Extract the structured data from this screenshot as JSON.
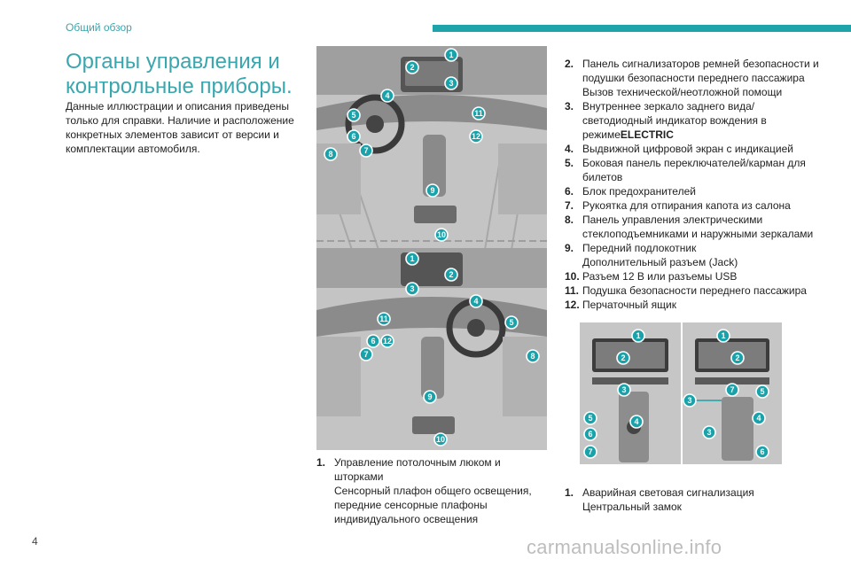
{
  "header": {
    "section": "Общий обзор"
  },
  "title": "Органы управления и контрольные приборы.",
  "intro": "Данные иллюстрации и описания приведены только для справки. Наличие и расположение конкретных элементов зависит от версии и комплектации автомобиля.",
  "callouts_left_top": [
    "1",
    "2",
    "3",
    "4",
    "5",
    "6",
    "7",
    "8",
    "9",
    "10",
    "11",
    "12"
  ],
  "callouts_left_bottom": [
    "1",
    "2",
    "3",
    "4",
    "5",
    "6",
    "7",
    "8",
    "9",
    "10",
    "11",
    "12"
  ],
  "callouts_right_a": [
    "1",
    "2",
    "3",
    "4",
    "5",
    "6",
    "7"
  ],
  "callouts_right_b": [
    "1",
    "2",
    "3",
    "4",
    "5",
    "6",
    "7"
  ],
  "legend_a": [
    {
      "num": "1.",
      "lines": [
        "Управление потолочным люком и шторками",
        "Сенсорный плафон общего освещения,",
        "передние сенсорные плафоны",
        "индивидуального освещения"
      ]
    }
  ],
  "legend_b": [
    {
      "num": "2.",
      "lines": [
        "Панель сигнализаторов ремней безопасности и",
        "подушки безопасности переднего пассажира",
        "Вызов технической/неотложной помощи"
      ]
    },
    {
      "num": "3.",
      "lines": [
        "Внутреннее зеркало заднего вида/",
        "светодиодный индикатор вождения в"
      ],
      "extra_prefix": "режиме",
      "extra_bold": "ELECTRIC"
    },
    {
      "num": "4.",
      "lines": [
        "Выдвижной цифровой экран с индикацией"
      ]
    },
    {
      "num": "5.",
      "lines": [
        "Боковая панель переключателей/карман для",
        "билетов"
      ]
    },
    {
      "num": "6.",
      "lines": [
        "Блок предохранителей"
      ]
    },
    {
      "num": "7.",
      "lines": [
        "Рукоятка для отпирания капота из салона"
      ]
    },
    {
      "num": "8.",
      "lines": [
        "Панель управления электрическими",
        "стеклоподъемниками и наружными зеркалами"
      ]
    },
    {
      "num": "9.",
      "lines": [
        "Передний подлокотник",
        "Дополнительный разъем (Jack)"
      ]
    },
    {
      "num": "10.",
      "lines": [
        "Разъем 12 В или разъемы USB"
      ]
    },
    {
      "num": "11.",
      "lines": [
        "Подушка безопасности переднего пассажира"
      ]
    },
    {
      "num": "12.",
      "lines": [
        "Перчаточный ящик"
      ]
    }
  ],
  "legend_c": [
    {
      "num": "1.",
      "lines": [
        "Аварийная световая сигнализация",
        "Центральный замок"
      ]
    }
  ],
  "page_number": "4",
  "watermark": "carmanualsonline.info",
  "colors": {
    "accent": "#1fa3ab",
    "callout": "#1aa2aa",
    "illustration_bg": "#c9c9c9"
  }
}
